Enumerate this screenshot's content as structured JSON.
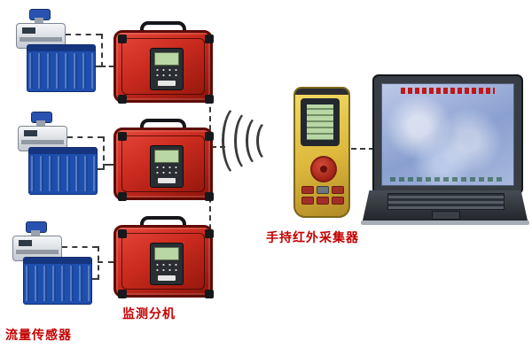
{
  "diagram": {
    "labels": {
      "flow_sensor": "流量传感器",
      "monitor_unit": "监测分机",
      "handheld_collector": "手持红外采集器"
    },
    "components": {
      "flow_sensor_count": 3,
      "monitor_unit_count": 3,
      "wireless_arc_count": 4,
      "devices": [
        "flow-sensor",
        "monitor-case",
        "handheld-collector",
        "laptop"
      ]
    },
    "colors": {
      "label_text": "#c40000",
      "case_red": "#c92a1d",
      "case_border": "#5f0b05",
      "tank_blue": "#1e4fae",
      "handheld_yellow": "#ddb83c",
      "lcd_green": "#b9d7a4",
      "laptop_frame": "#383d44",
      "laptop_screen_blue": "#8aa0d0",
      "line_color": "#3a3a3a"
    }
  }
}
